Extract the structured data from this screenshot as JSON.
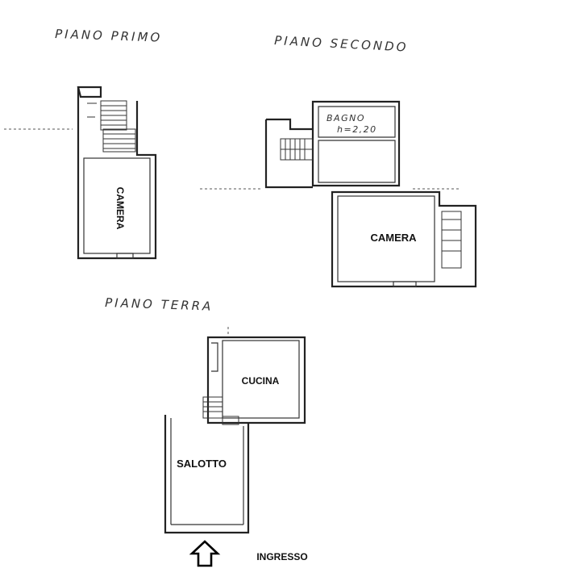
{
  "floors": {
    "first": {
      "title": "PIANO PRIMO",
      "rooms": {
        "camera": "CAMERA"
      }
    },
    "second": {
      "title": "PIANO SECONDO",
      "rooms": {
        "bathroom": "BAGNO",
        "bathroom_height": "h=2,20",
        "camera": "CAMERA"
      }
    },
    "ground": {
      "title": "PIANO TERRA",
      "rooms": {
        "kitchen": "CUCINA",
        "living": "SALOTTO"
      }
    }
  },
  "entrance": {
    "label": "INGRESSO",
    "icon": "arrow-up-icon"
  }
}
